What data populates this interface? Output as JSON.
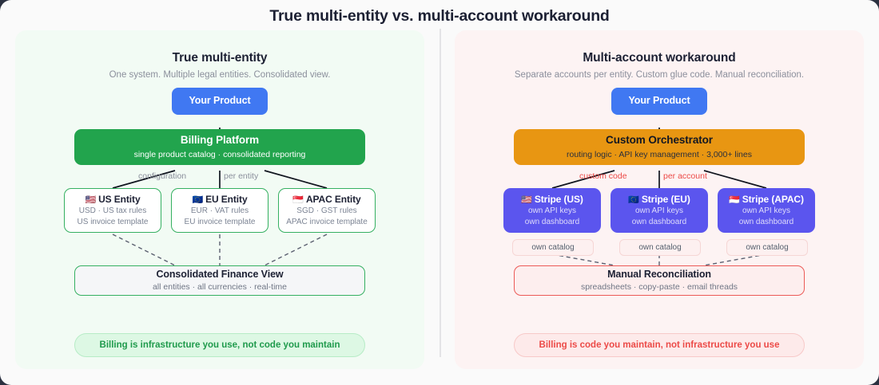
{
  "title": "True multi-entity vs. multi-account workaround",
  "colors": {
    "page_bg": "#fafafa",
    "left_panel_bg": "#f2fbf4",
    "right_panel_bg": "#fdf3f3",
    "product_blue": "#4078f2",
    "green": "#22a44d",
    "orange": "#e89612",
    "stripe_purple": "#5b55ee",
    "red": "#ec4a47",
    "entity_border_green": "#35b061"
  },
  "left": {
    "title": "True multi-entity",
    "subtitle": "One system. Multiple legal entities. Consolidated view.",
    "product": {
      "label": "Your Product"
    },
    "platform": {
      "title": "Billing Platform",
      "subtitle": "single product catalog · consolidated reporting"
    },
    "mid_label_a": "configuration",
    "mid_label_b": "per entity",
    "entities": [
      {
        "flag": "🇺🇸",
        "title": "US Entity",
        "line1": "USD · US tax rules",
        "line2": "US invoice template"
      },
      {
        "flag": "🇪🇺",
        "title": "EU Entity",
        "line1": "EUR · VAT rules",
        "line2": "EU invoice template"
      },
      {
        "flag": "🇸🇬",
        "title": "APAC Entity",
        "line1": "SGD · GST rules",
        "line2": "APAC invoice template"
      }
    ],
    "outcome": {
      "title": "Consolidated Finance View",
      "subtitle": "all entities · all currencies · real-time"
    },
    "footer": "Billing is infrastructure you use, not code you maintain"
  },
  "right": {
    "title": "Multi-account workaround",
    "subtitle": "Separate accounts per entity. Custom glue code. Manual reconciliation.",
    "product": {
      "label": "Your Product"
    },
    "platform": {
      "title": "Custom Orchestrator",
      "subtitle": "routing logic · API key management · 3,000+ lines"
    },
    "mid_label_a": "custom code",
    "mid_label_b": "per account",
    "entities": [
      {
        "flag": "🇺🇸",
        "title": "Stripe (US)",
        "line1": "own API keys",
        "line2": "own dashboard"
      },
      {
        "flag": "🇪🇺",
        "title": "Stripe (EU)",
        "line1": "own API keys",
        "line2": "own dashboard"
      },
      {
        "flag": "🇸🇬",
        "title": "Stripe (APAC)",
        "line1": "own API keys",
        "line2": "own dashboard"
      }
    ],
    "catalog_pills": [
      "own catalog",
      "own catalog",
      "own catalog"
    ],
    "outcome": {
      "title": "Manual Reconciliation",
      "subtitle": "spreadsheets · copy-paste · email threads"
    },
    "footer": "Billing is code you maintain, not infrastructure you use"
  }
}
